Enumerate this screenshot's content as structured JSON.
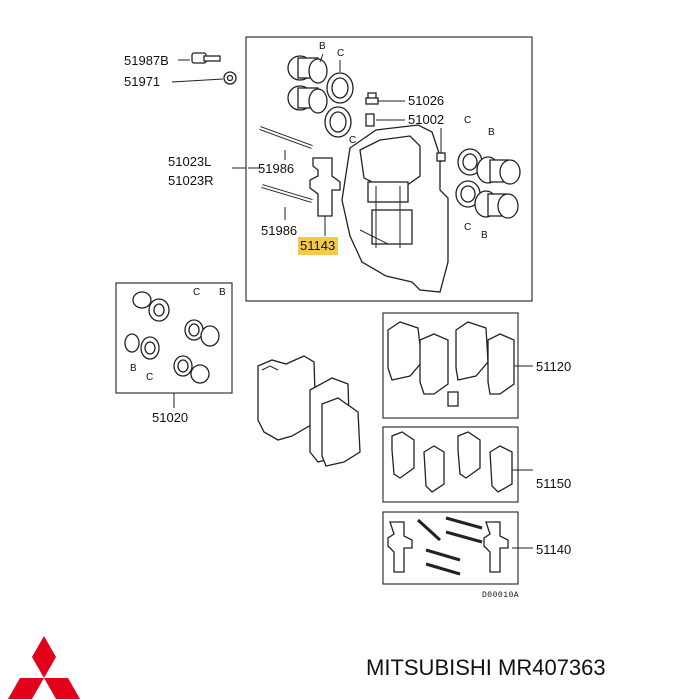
{
  "labels": {
    "p51987b": "51987B",
    "p51971": "51971",
    "p51026": "51026",
    "p51002": "51002",
    "p51023l": "51023L",
    "p51023r": "51023R",
    "p51986_top": "51986",
    "p51986_bot": "51986",
    "p51143": "51143",
    "p51020": "51020",
    "p51120": "51120",
    "p51150": "51150",
    "p51140": "51140",
    "diagram_code": "D00010A",
    "letters": {
      "b1": "B",
      "c1": "C",
      "c2": "C",
      "b2": "B",
      "c3": "C",
      "b3": "B",
      "c4": "C",
      "b4": "B",
      "c5": "C",
      "b5": "B",
      "b6": "B",
      "c6": "C"
    }
  },
  "brand": {
    "text": "MITSUBISHI MR407363",
    "logo_color": "#e3001b"
  },
  "colors": {
    "highlight": "#f5c84a"
  }
}
